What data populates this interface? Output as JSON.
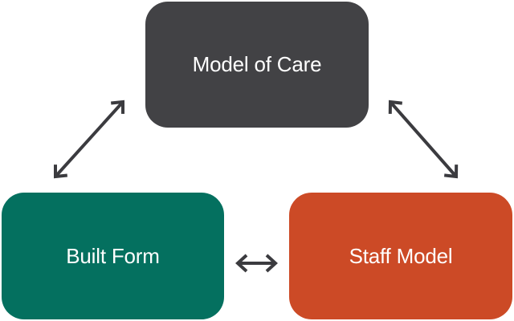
{
  "diagram": {
    "background": "#ffffff",
    "arrow_color": "#3b3b3f",
    "nodes": [
      {
        "id": "model-of-care",
        "label": "Model of Care",
        "fill": "#424245",
        "text_color": "#ffffff"
      },
      {
        "id": "built-form",
        "label": "Built Form",
        "fill": "#04705f",
        "text_color": "#ffffff"
      },
      {
        "id": "staff-model",
        "label": "Staff Model",
        "fill": "#cc4a26",
        "text_color": "#ffffff"
      }
    ],
    "edges": [
      {
        "from": "Model of Care",
        "to": "Built Form",
        "direction": "bidirectional"
      },
      {
        "from": "Model of Care",
        "to": "Staff Model",
        "direction": "bidirectional"
      },
      {
        "from": "Built Form",
        "to": "Staff Model",
        "direction": "bidirectional"
      }
    ]
  }
}
